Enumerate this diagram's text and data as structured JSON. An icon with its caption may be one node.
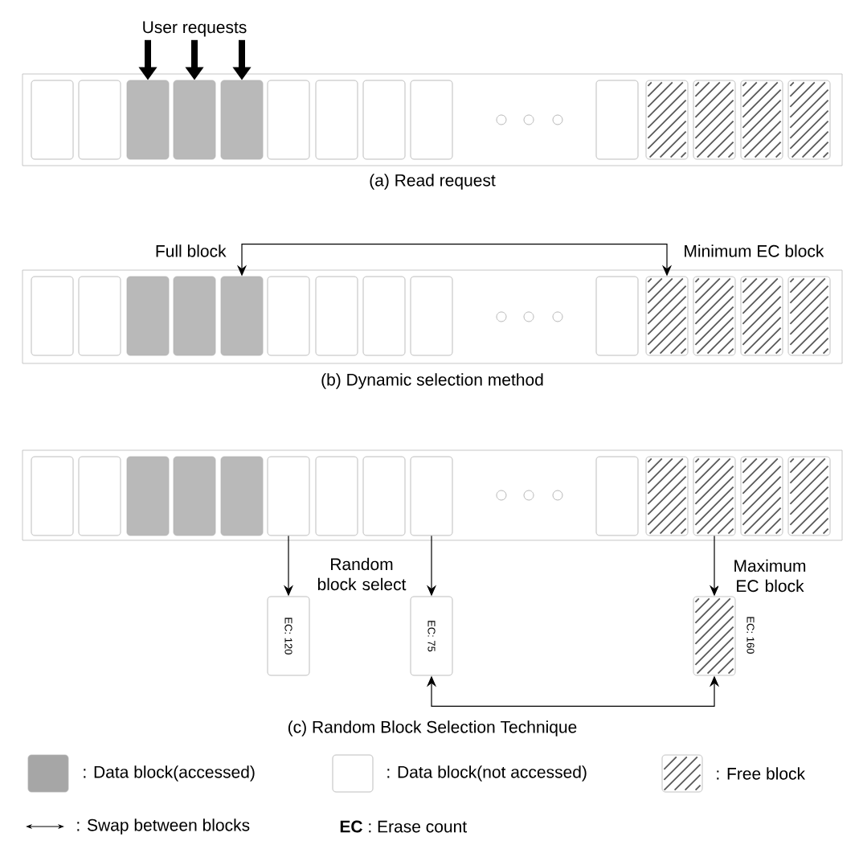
{
  "diagram": {
    "nodes": [
      {
        "text": [
          "User requests"
        ]
      },
      {
        "text": [],
        "shape": "band"
      },
      {
        "text": [],
        "shape": "box",
        "in": 1
      },
      {
        "text": [],
        "shape": "box",
        "in": 1
      },
      {
        "text": [],
        "shape": "box",
        "in": 1
      },
      {
        "text": [],
        "shape": "box",
        "in": 1
      },
      {
        "text": [],
        "shape": "box",
        "in": 1
      },
      {
        "text": [],
        "shape": "box",
        "in": 1
      },
      {
        "text": [],
        "shape": "box",
        "in": 1
      },
      {
        "text": [],
        "shape": "box",
        "in": 1
      },
      {
        "text": [],
        "shape": "box",
        "in": 1
      },
      {
        "text": [],
        "shape": "box",
        "in": 1
      },
      {
        "text": [],
        "shape": "box",
        "in": 1
      },
      {
        "text": [],
        "shape": "box",
        "in": 1
      },
      {
        "text": [],
        "shape": "box",
        "in": 1
      },
      {
        "text": [],
        "shape": "box",
        "in": 1
      },
      {
        "text": [],
        "shape": "band"
      },
      {
        "text": [],
        "shape": "box",
        "in": 16
      },
      {
        "text": [],
        "shape": "box",
        "in": 16
      },
      {
        "text": [],
        "shape": "box",
        "in": 16
      },
      {
        "text": [],
        "shape": "box",
        "in": 16
      },
      {
        "text": [],
        "shape": "box",
        "in": 16,
        "beside": [
          "Full block"
        ]
      },
      {
        "text": [],
        "shape": "box",
        "in": 16
      },
      {
        "text": [],
        "shape": "box",
        "in": 16
      },
      {
        "text": [],
        "shape": "box",
        "in": 16
      },
      {
        "text": [],
        "shape": "box",
        "in": 16
      },
      {
        "text": [],
        "shape": "box",
        "in": 16
      },
      {
        "text": [],
        "shape": "box",
        "in": 16,
        "beside": [
          "Minimum EC block"
        ]
      },
      {
        "text": [],
        "shape": "box",
        "in": 16
      },
      {
        "text": [],
        "shape": "box",
        "in": 16
      },
      {
        "text": [],
        "shape": "box",
        "in": 16
      },
      {
        "text": [],
        "shape": "band"
      },
      {
        "text": [],
        "shape": "box",
        "in": 31
      },
      {
        "text": [],
        "shape": "box",
        "in": 31
      },
      {
        "text": [],
        "shape": "box",
        "in": 31
      },
      {
        "text": [],
        "shape": "box",
        "in": 31
      },
      {
        "text": [],
        "shape": "box",
        "in": 31
      },
      {
        "text": [],
        "shape": "box",
        "in": 31
      },
      {
        "text": [],
        "shape": "box",
        "in": 31
      },
      {
        "text": [],
        "shape": "box",
        "in": 31
      },
      {
        "text": [],
        "shape": "box",
        "in": 31
      },
      {
        "text": [],
        "shape": "box",
        "in": 31
      },
      {
        "text": [],
        "shape": "box",
        "in": 31
      },
      {
        "text": [],
        "shape": "box",
        "in": 31
      },
      {
        "text": [],
        "shape": "box",
        "in": 31
      },
      {
        "text": [],
        "shape": "box",
        "in": 31
      },
      {
        "text": [
          "EC: 120"
        ]
      },
      {
        "text": [
          "EC: 75"
        ]
      },
      {
        "text": [],
        "shape": "box",
        "beside": [
          "EC: 160"
        ]
      }
    ],
    "edges": [
      {
        "from": 0,
        "to": 4,
        "arrow": "to",
        "style": "thick"
      },
      {
        "from": 0,
        "to": 5,
        "arrow": "to",
        "style": "thick"
      },
      {
        "from": 0,
        "to": 6,
        "arrow": "to",
        "style": "thick"
      },
      {
        "from": 21,
        "to": 27,
        "arrow": "both"
      },
      {
        "from": 37,
        "to": 46,
        "arrow": "to"
      },
      {
        "from": 40,
        "to": 47,
        "arrow": "to"
      },
      {
        "from": 43,
        "to": 48,
        "arrow": "to",
        "label": "Maximum EC block"
      },
      {
        "from": 47,
        "to": 48,
        "arrow": "both"
      }
    ],
    "labels": [
      "(a) Read request",
      "(b) Dynamic selection method",
      "Random block select",
      "(c) Random Block Selection Technique",
      "**EC** : Erase count"
    ],
    "legend": [
      {
        "text": ": Data block(accessed)",
        "color": "#a6a6a6"
      },
      {
        "text": ": Data block(not accessed)"
      },
      {
        "text": ": Free block"
      },
      {
        "text": ": Swap between blocks"
      }
    ]
  }
}
